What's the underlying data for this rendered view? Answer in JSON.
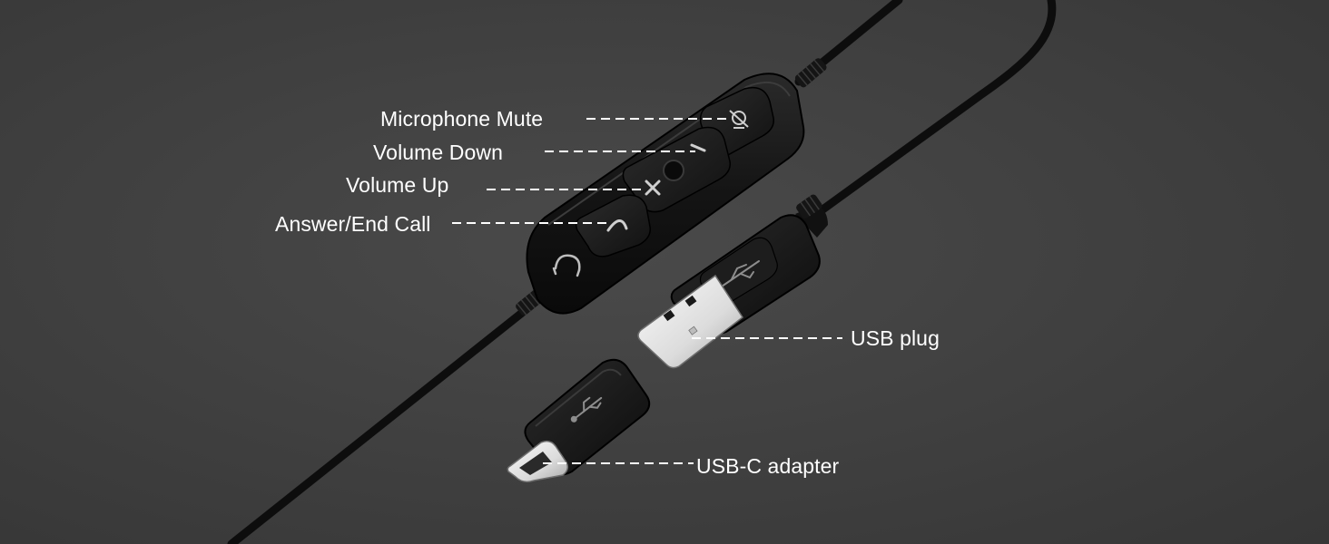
{
  "labels": {
    "microphone_mute": "Microphone Mute",
    "volume_down": "Volume Down",
    "volume_up": "Volume Up",
    "answer_end_call": "Answer/End Call",
    "usb_plug": "USB plug",
    "usb_c_adapter": "USB-C adapter"
  },
  "colors": {
    "background": "#444444",
    "device_body": "#151515",
    "label_text": "#ffffff",
    "usb_metal": "#e6e6e6"
  },
  "icons": [
    "microphone-mute-icon",
    "volume-down-icon",
    "volume-up-icon",
    "phone-call-icon",
    "headset-icon",
    "usb-trident-icon"
  ]
}
